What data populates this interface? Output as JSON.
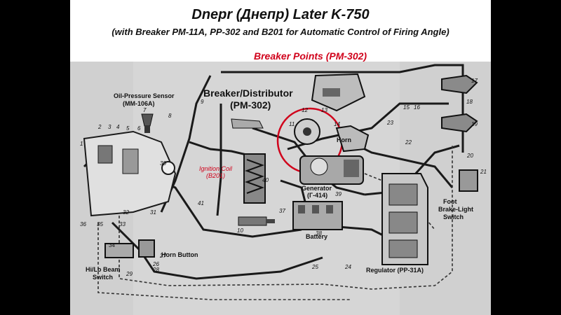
{
  "title": "Dnepr (Днепр) Later K-750",
  "subtitle": "(with Breaker PM-11A, PP-302 and B201 for Automatic Control of Firing Angle)",
  "callout": {
    "text": "Breaker Points (PM-302)",
    "color": "#d0021b"
  },
  "labels": {
    "oil_sensor": "Oil-Pressure Sensor",
    "oil_sensor_code": "(MM-106A)",
    "breaker_dist": "Breaker/Distributor",
    "breaker_dist_code": "(PM-302)",
    "ignition_coil": "Ignition Coil",
    "ignition_coil_code": "(B201)",
    "horn": "Horn",
    "generator": "Generator",
    "generator_code": "(Г-414)",
    "battery": "Battery",
    "regulator": "Regulator (PP-31A)",
    "foot_brake_1": "Foot",
    "foot_brake_2": "Brake-Light",
    "foot_brake_3": "Switch",
    "horn_button": "Horn Button",
    "hilo_1": "Hi/Lo Beam",
    "hilo_2": "Switch"
  },
  "numbers": [
    "1",
    "2",
    "3",
    "4",
    "5",
    "6",
    "7",
    "8",
    "9",
    "10",
    "11",
    "12",
    "13",
    "14",
    "15",
    "16",
    "17",
    "18",
    "19",
    "20",
    "21",
    "22",
    "23",
    "24",
    "25",
    "26",
    "27",
    "28",
    "29",
    "30",
    "31",
    "32",
    "33",
    "34",
    "35",
    "36",
    "37",
    "38",
    "39",
    "40",
    "41"
  ],
  "colors": {
    "wire": "#1a1a1a",
    "accent": "#d0021b",
    "paper": "#d9d9d9"
  }
}
